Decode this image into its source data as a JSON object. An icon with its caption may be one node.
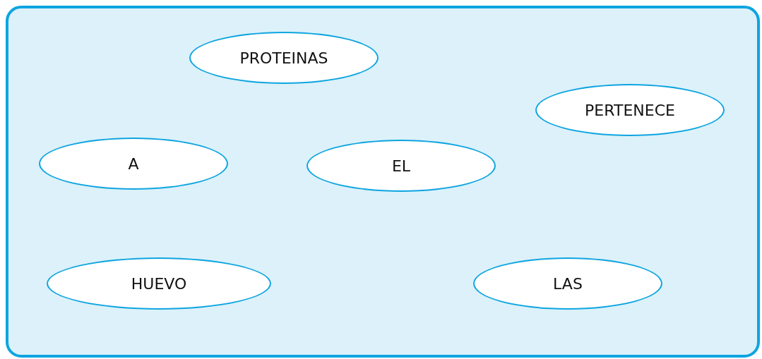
{
  "diagram": {
    "nodes": [
      {
        "text": [],
        "shape": "box"
      },
      {
        "text": [
          "PROTEINAS"
        ],
        "in": 0
      },
      {
        "text": [
          "PERTENECE"
        ],
        "in": 0
      },
      {
        "text": [
          "A"
        ],
        "in": 0
      },
      {
        "text": [
          "EL"
        ],
        "in": 0
      },
      {
        "text": [
          "HUEVO"
        ],
        "in": 0
      },
      {
        "text": [
          "LAS"
        ],
        "in": 0
      }
    ]
  }
}
